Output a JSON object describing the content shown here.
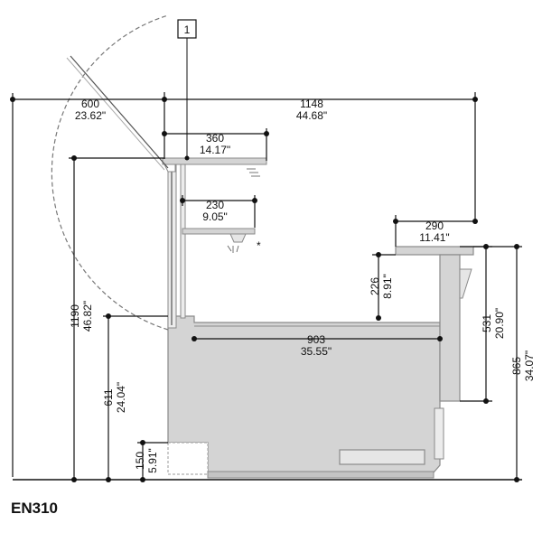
{
  "model": "EN310",
  "callout": "1",
  "symbol": "*",
  "dimensions": {
    "lid_swing": {
      "mm": "600",
      "inch": "23.62\""
    },
    "overall_depth": {
      "mm": "1148",
      "inch": "44.68\""
    },
    "top_shelf": {
      "mm": "360",
      "inch": "14.17\""
    },
    "lower_shelf": {
      "mm": "230",
      "inch": "9.05\""
    },
    "rear_shelf": {
      "mm": "290",
      "inch": "11.41\""
    },
    "shelf_clearance": {
      "mm": "226",
      "inch": "8.91\""
    },
    "well_width": {
      "mm": "903",
      "inch": "35.55\""
    },
    "overall_height": {
      "mm": "1190",
      "inch": "46.82\""
    },
    "counter_height": {
      "mm": "611",
      "inch": "24.04\""
    },
    "base_height": {
      "mm": "150",
      "inch": "5.91\""
    },
    "rear_panel": {
      "mm": "531",
      "inch": "20.90\""
    },
    "rear_height": {
      "mm": "865",
      "inch": "34.07\""
    }
  },
  "colors": {
    "body": "#d4d4d4",
    "outline": "#8a8a8a",
    "lines": "#111111"
  }
}
